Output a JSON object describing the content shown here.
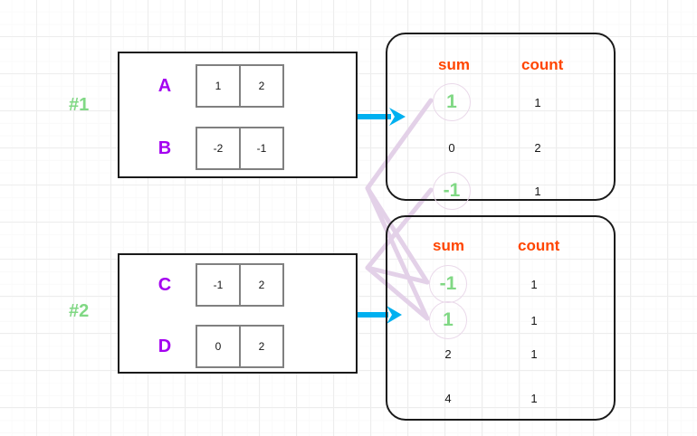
{
  "diagram": {
    "title": "MapReduce combiner partial aggregation diagram",
    "colors": {
      "group_tag": "#80d884",
      "row_label": "#a400f0",
      "column_header": "#ff4500",
      "circled_value": "#80d884",
      "arrow": "#00b0f0",
      "connector": "#e3d1e8",
      "box_border": "#1a1a1a",
      "cell_border": "#808080",
      "grid_minor": "#fafafa",
      "grid_major": "#ededed"
    },
    "groups": [
      {
        "tag": "#1",
        "rows": [
          {
            "label": "A",
            "cells": [
              "1",
              "2"
            ]
          },
          {
            "label": "B",
            "cells": [
              "-2",
              "-1"
            ]
          }
        ]
      },
      {
        "tag": "#2",
        "rows": [
          {
            "label": "C",
            "cells": [
              "-1",
              "2"
            ]
          },
          {
            "label": "D",
            "cells": [
              "0",
              "2"
            ]
          }
        ]
      }
    ],
    "results": [
      {
        "headers": {
          "sum": "sum",
          "count": "count"
        },
        "rows": [
          {
            "sum": "1",
            "count": "1",
            "circled": true
          },
          {
            "sum": "0",
            "count": "2",
            "circled": false
          },
          {
            "sum": "-1",
            "count": "1",
            "circled": true
          }
        ]
      },
      {
        "headers": {
          "sum": "sum",
          "count": "count"
        },
        "rows": [
          {
            "sum": "-1",
            "count": "1",
            "circled": true
          },
          {
            "sum": "1",
            "count": "1",
            "circled": true
          },
          {
            "sum": "2",
            "count": "1",
            "circled": false
          },
          {
            "sum": "4",
            "count": "1",
            "circled": false
          }
        ]
      }
    ],
    "arrows": [
      {
        "name": "arrow-group1-to-result1"
      },
      {
        "name": "arrow-group2-to-result2"
      }
    ],
    "connectors": [
      {
        "from": "result1.sum.1",
        "to": "result2.sum.1"
      },
      {
        "from": "result1.sum.-1",
        "to": "result2.sum.-1"
      }
    ]
  }
}
